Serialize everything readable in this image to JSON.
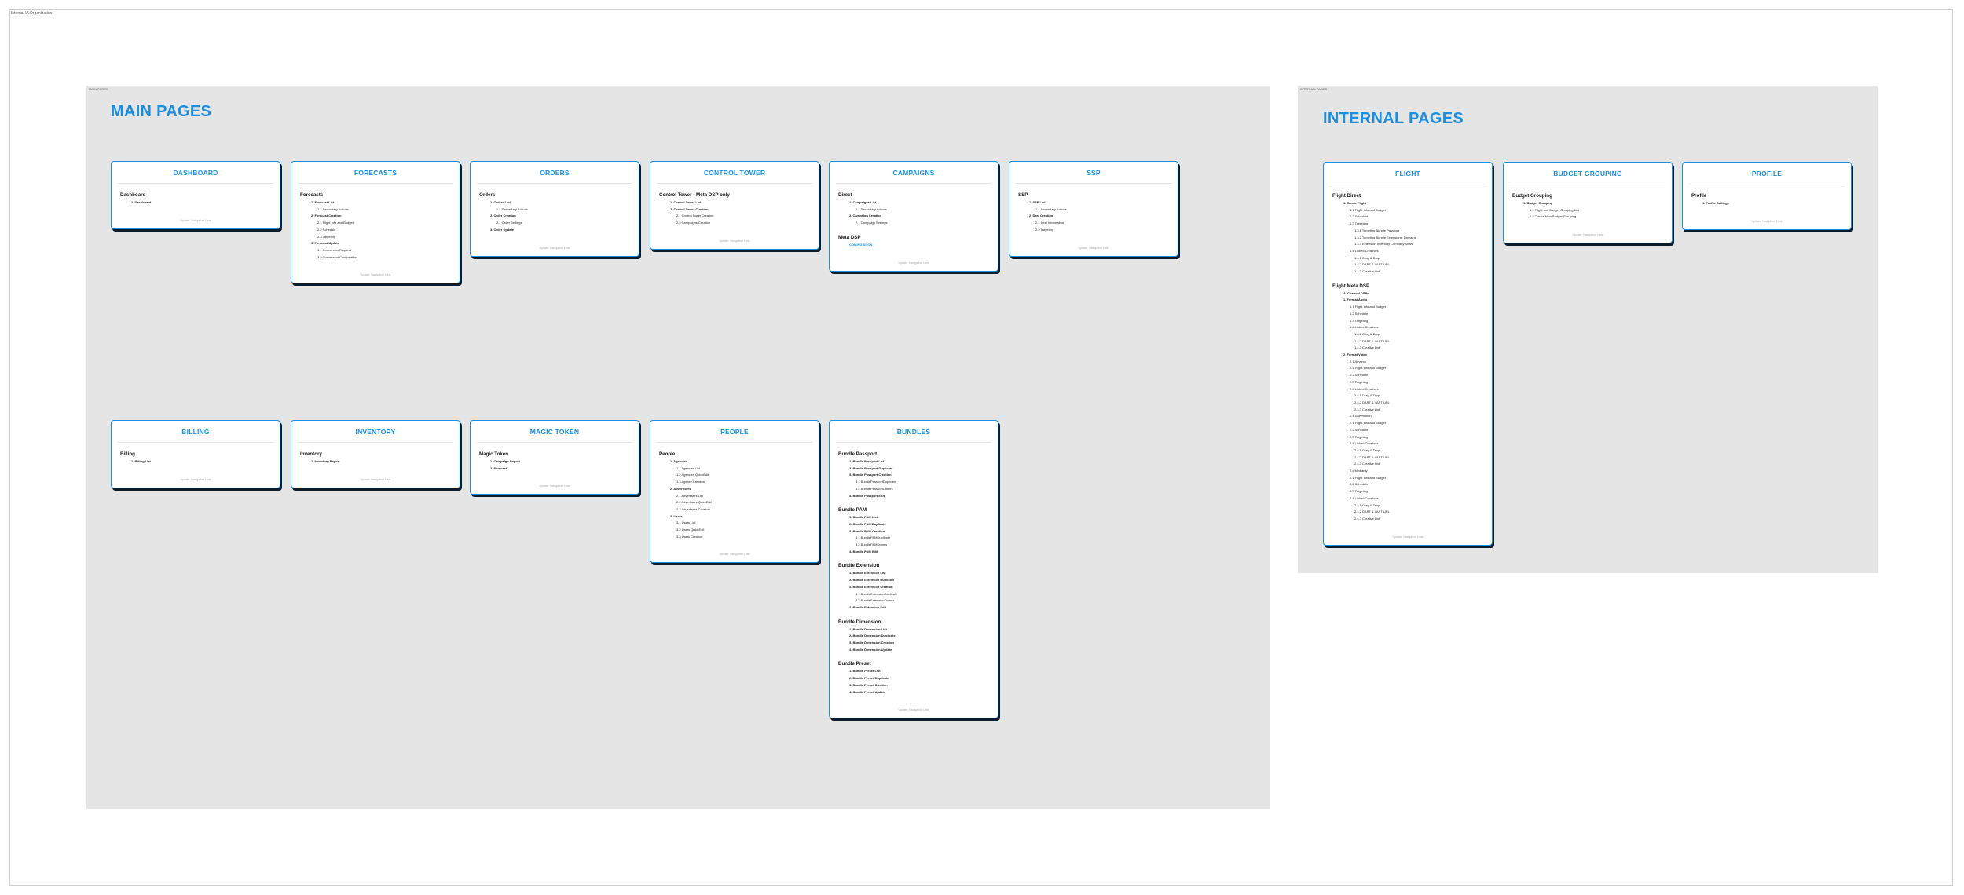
{
  "canvas": {
    "label": "Internal IA Organization"
  },
  "regions": {
    "main": {
      "tag": "MAIN PAGES",
      "title": "MAIN PAGES"
    },
    "internal": {
      "tag": "INTERNAL PAGES",
      "title": "INTERNAL PAGES"
    }
  },
  "cards": {
    "dashboard": {
      "title": "DASHBOARD",
      "footer": "Update: Navigation Lists",
      "groups": [
        {
          "title": "Dashboard",
          "items": [
            {
              "text": "1. Dashboard",
              "lvl": 1,
              "bold": true
            }
          ]
        }
      ]
    },
    "forecasts": {
      "title": "FORECASTS",
      "footer": "Update: Navigation Lists",
      "groups": [
        {
          "title": "Forecasts",
          "items": [
            {
              "text": "1. Forecast List",
              "lvl": 1,
              "bold": true
            },
            {
              "text": "1.1 Secondary Actions",
              "lvl": 2
            },
            {
              "text": "2. Forecast Creation",
              "lvl": 1,
              "bold": true
            },
            {
              "text": "2.1 Flight Info and Budget",
              "lvl": 2
            },
            {
              "text": "2.2 Schedule",
              "lvl": 2
            },
            {
              "text": "2.3 Targeting",
              "lvl": 2
            },
            {
              "text": "3. Forecast Update",
              "lvl": 1,
              "bold": true
            },
            {
              "text": "3.1 Conversion Request",
              "lvl": 2
            },
            {
              "text": "3.2 Conversion Confirmation",
              "lvl": 2
            }
          ]
        }
      ]
    },
    "orders": {
      "title": "ORDERS",
      "footer": "Update: Navigation Lists",
      "groups": [
        {
          "title": "Orders",
          "items": [
            {
              "text": "1. Orders List",
              "lvl": 1,
              "bold": true
            },
            {
              "text": "1.1 Secondary Actions",
              "lvl": 2
            },
            {
              "text": "2. Order Creation",
              "lvl": 1,
              "bold": true
            },
            {
              "text": "2.1 Order Settings",
              "lvl": 2
            },
            {
              "text": "3. Order Update",
              "lvl": 1,
              "bold": true
            }
          ]
        }
      ]
    },
    "control_tower": {
      "title": "CONTROL TOWER",
      "footer": "Update: Navigation Lists",
      "groups": [
        {
          "title": "Control Tower - Meta DSP only",
          "items": [
            {
              "text": "1. Control Tower List",
              "lvl": 1,
              "bold": true
            },
            {
              "text": "2. Control Tower Creation",
              "lvl": 1,
              "bold": true
            },
            {
              "text": "2.1 Control Tower Creation",
              "lvl": 2
            },
            {
              "text": "2.2 Campaigns Creation",
              "lvl": 2
            }
          ]
        }
      ]
    },
    "campaigns": {
      "title": "CAMPAIGNS",
      "footer": "Update: Navigation Lists",
      "groups": [
        {
          "title": "Direct",
          "items": [
            {
              "text": "1. Campaigns List",
              "lvl": 1,
              "bold": true
            },
            {
              "text": "1.1 Secondary Actions",
              "lvl": 2
            },
            {
              "text": "2. Campaign Creation",
              "lvl": 1,
              "bold": true
            },
            {
              "text": "2.1 Campaign Settings",
              "lvl": 2
            }
          ]
        },
        {
          "title": "Meta DSP",
          "items": [
            {
              "text": "COMING SOON",
              "lvl": 1,
              "blue": true
            }
          ]
        }
      ]
    },
    "ssp": {
      "title": "SSP",
      "footer": "Update: Navigation Lists",
      "groups": [
        {
          "title": "SSP",
          "items": [
            {
              "text": "1. SSP List",
              "lvl": 1,
              "bold": true
            },
            {
              "text": "1.1 Secondary Actions",
              "lvl": 2
            },
            {
              "text": "2. Deal Creation",
              "lvl": 1,
              "bold": true
            },
            {
              "text": "2.1 Deal Information",
              "lvl": 2
            },
            {
              "text": "2.2 Targeting",
              "lvl": 2
            }
          ]
        }
      ]
    },
    "billing": {
      "title": "BILLING",
      "footer": "Update: Navigation Lists",
      "groups": [
        {
          "title": "Billing",
          "items": [
            {
              "text": "1. Billing List",
              "lvl": 1,
              "bold": true
            }
          ]
        }
      ]
    },
    "inventory": {
      "title": "INVENTORY",
      "footer": "Update: Navigation Lists",
      "groups": [
        {
          "title": "Inventory",
          "items": [
            {
              "text": "1. Inventory Report",
              "lvl": 1,
              "bold": true
            }
          ]
        }
      ]
    },
    "magic_token": {
      "title": "MAGIC TOKEN",
      "footer": "Update: Navigation Lists",
      "groups": [
        {
          "title": "Magic Token",
          "items": [
            {
              "text": "1. Campaign Report",
              "lvl": 1,
              "bold": true
            },
            {
              "text": "2. Forecast",
              "lvl": 1,
              "bold": true
            }
          ]
        }
      ]
    },
    "people": {
      "title": "PEOPLE",
      "footer": "Update: Navigation Lists",
      "groups": [
        {
          "title": "People",
          "items": [
            {
              "text": "1. Agencies",
              "lvl": 1,
              "bold": true
            },
            {
              "text": "1.1 Agencies List",
              "lvl": 2
            },
            {
              "text": "1.2 Agencies QuickEdit",
              "lvl": 2
            },
            {
              "text": "1.3 Agency Creation",
              "lvl": 2
            },
            {
              "text": "2. Advertisers",
              "lvl": 1,
              "bold": true
            },
            {
              "text": "2.1 Advertisers List",
              "lvl": 2
            },
            {
              "text": "2.2 Advertisers QuickEdit",
              "lvl": 2
            },
            {
              "text": "2.3 Advertisers Creation",
              "lvl": 2
            },
            {
              "text": "3. Users",
              "lvl": 1,
              "bold": true
            },
            {
              "text": "3.1 Users List",
              "lvl": 2
            },
            {
              "text": "3.2 Users QuickEdit",
              "lvl": 2
            },
            {
              "text": "3.3 Users Creation",
              "lvl": 2
            }
          ]
        }
      ]
    },
    "bundles": {
      "title": "BUNDLES",
      "footer": "Update: Navigation Lists",
      "groups": [
        {
          "title": "Bundle Passport",
          "items": [
            {
              "text": "1. Bundle Passport List",
              "lvl": 1,
              "bold": true
            },
            {
              "text": "2. Bundle Passport Duplicate",
              "lvl": 1,
              "bold": true
            },
            {
              "text": "3. Bundle Passport Creation",
              "lvl": 1,
              "bold": true
            },
            {
              "text": "3.1 BundlePassportDuplicate",
              "lvl": 2
            },
            {
              "text": "3.2 BundlePassportDomes",
              "lvl": 2
            },
            {
              "text": "4. Bundle Passport Edit",
              "lvl": 1,
              "bold": true
            }
          ]
        },
        {
          "title": "Bundle PAM",
          "items": [
            {
              "text": "1. Bundle PAM List",
              "lvl": 1,
              "bold": true
            },
            {
              "text": "2. Bundle PAM Duplicate",
              "lvl": 1,
              "bold": true
            },
            {
              "text": "3. Bundle PAM Creation",
              "lvl": 1,
              "bold": true
            },
            {
              "text": "3.1 BundlePAMDuplicate",
              "lvl": 2
            },
            {
              "text": "3.2 BundlePAMDomes",
              "lvl": 2
            },
            {
              "text": "4. Bundle PAM Edit",
              "lvl": 1,
              "bold": true
            }
          ]
        },
        {
          "title": "Bundle Extension",
          "items": [
            {
              "text": "1. Bundle Extension List",
              "lvl": 1,
              "bold": true
            },
            {
              "text": "2. Bundle Extension Duplicate",
              "lvl": 1,
              "bold": true
            },
            {
              "text": "3. Bundle Extension Creation",
              "lvl": 1,
              "bold": true
            },
            {
              "text": "3.1 BundleExtensionDuplicate",
              "lvl": 2
            },
            {
              "text": "3.2 BundleExtensionDomes",
              "lvl": 2
            },
            {
              "text": "4. Bundle Extension Edit",
              "lvl": 1,
              "bold": true
            }
          ]
        },
        {
          "title": "Bundle Dimension",
          "items": [
            {
              "text": "1. Bundle Dimension List",
              "lvl": 1,
              "bold": true
            },
            {
              "text": "2. Bundle Dimension Duplicate",
              "lvl": 1,
              "bold": true
            },
            {
              "text": "3. Bundle Dimension Creation",
              "lvl": 1,
              "bold": true
            },
            {
              "text": "4. Bundle Dimension Update",
              "lvl": 1,
              "bold": true
            }
          ]
        },
        {
          "title": "Bundle Preset",
          "items": [
            {
              "text": "1. Bundle Preset List",
              "lvl": 1,
              "bold": true
            },
            {
              "text": "2. Bundle Preset Duplicate",
              "lvl": 1,
              "bold": true
            },
            {
              "text": "3. Bundle Preset Creation",
              "lvl": 1,
              "bold": true
            },
            {
              "text": "4. Bundle Preset Update",
              "lvl": 1,
              "bold": true
            }
          ]
        }
      ]
    },
    "flight": {
      "title": "FLIGHT",
      "footer": "Update: Navigation Lists",
      "groups": [
        {
          "title": "Flight Direct",
          "items": [
            {
              "text": "1. Create Flight",
              "lvl": 1,
              "bold": true
            },
            {
              "text": "1.1 Flight Info and Budget",
              "lvl": 2
            },
            {
              "text": "1.2 Schedule",
              "lvl": 2
            },
            {
              "text": "1.3 Targeting",
              "lvl": 2
            },
            {
              "text": "1.3.1 Targeting Bundle Passport",
              "lvl": 3
            },
            {
              "text": "1.3.2 Targeting Bundle Extensions_Domains",
              "lvl": 3
            },
            {
              "text": "1.3.3 Extension Inventory Company Share",
              "lvl": 3
            },
            {
              "text": "1.4 Linked Creatives",
              "lvl": 2
            },
            {
              "text": "1.4.1 Drag & Drop",
              "lvl": 3
            },
            {
              "text": "1.4.2 DART & VAST URL",
              "lvl": 3
            },
            {
              "text": "1.4.3 Creative List",
              "lvl": 3
            }
          ]
        },
        {
          "title": "Flight Meta DSP",
          "items": [
            {
              "text": "A. Channel DSPs",
              "lvl": 1,
              "bold": true
            },
            {
              "text": "1. Format Audio",
              "lvl": 1,
              "bold": true
            },
            {
              "text": "1.1 Flight Info and Budget",
              "lvl": 2
            },
            {
              "text": "1.2 Schedule",
              "lvl": 2
            },
            {
              "text": "1.3 Targeting",
              "lvl": 2
            },
            {
              "text": "1.4 Linked Creatives",
              "lvl": 2
            },
            {
              "text": "1.4.1 Drag & Drop",
              "lvl": 3
            },
            {
              "text": "1.4.2 DART & VAST URL",
              "lvl": 3
            },
            {
              "text": "1.4.3 Creative List",
              "lvl": 3
            },
            {
              "text": "2. Format Video",
              "lvl": 1,
              "bold": true
            },
            {
              "text": "2.1 Amazon",
              "lvl": 2
            },
            {
              "text": "2.1 Flight Info and Budget",
              "lvl": 2
            },
            {
              "text": "2.2 Schedule",
              "lvl": 2
            },
            {
              "text": "2.3 Targeting",
              "lvl": 2
            },
            {
              "text": "2.4 Linked Creatives",
              "lvl": 2
            },
            {
              "text": "2.4.1 Drag & Drop",
              "lvl": 3
            },
            {
              "text": "2.4.2 DART & VAST URL",
              "lvl": 3
            },
            {
              "text": "2.4.3 Creative List",
              "lvl": 3
            },
            {
              "text": "2.4 Dailymotion",
              "lvl": 2
            },
            {
              "text": "2.1 Flight Info and Budget",
              "lvl": 2
            },
            {
              "text": "2.2 Schedule",
              "lvl": 2
            },
            {
              "text": "2.3 Targeting",
              "lvl": 2
            },
            {
              "text": "2.4 Linked Creatives",
              "lvl": 2
            },
            {
              "text": "2.4.1 Drag & Drop",
              "lvl": 3
            },
            {
              "text": "2.4.2 DART & VAST URL",
              "lvl": 3
            },
            {
              "text": "2.4.3 Creative List",
              "lvl": 3
            },
            {
              "text": "2.c Mediarity",
              "lvl": 2
            },
            {
              "text": "2.1 Flight Info and Budget",
              "lvl": 2
            },
            {
              "text": "2.2 Schedule",
              "lvl": 2
            },
            {
              "text": "2.3 Targeting",
              "lvl": 2
            },
            {
              "text": "2.4 Linked Creatives",
              "lvl": 2
            },
            {
              "text": "2.4.1 Drag & Drop",
              "lvl": 3
            },
            {
              "text": "2.4.2 DART & VAST URL",
              "lvl": 3
            },
            {
              "text": "2.4.3 Creative List",
              "lvl": 3
            }
          ]
        }
      ]
    },
    "budget_grouping": {
      "title": "BUDGET GROUPING",
      "footer": "Update: Navigation Lists",
      "groups": [
        {
          "title": "Budget Grouping",
          "items": [
            {
              "text": "1. Budget Grouping",
              "lvl": 1,
              "bold": true
            },
            {
              "text": "1.1 Flight and Budget Grouping List",
              "lvl": 2
            },
            {
              "text": "1.2 Create New Budget Grouping",
              "lvl": 2
            }
          ]
        }
      ]
    },
    "profile": {
      "title": "PROFILE",
      "footer": "Update: Navigation Lists",
      "groups": [
        {
          "title": "Profile",
          "items": [
            {
              "text": "1. Profile Settings",
              "lvl": 1,
              "bold": true
            }
          ]
        }
      ]
    }
  }
}
